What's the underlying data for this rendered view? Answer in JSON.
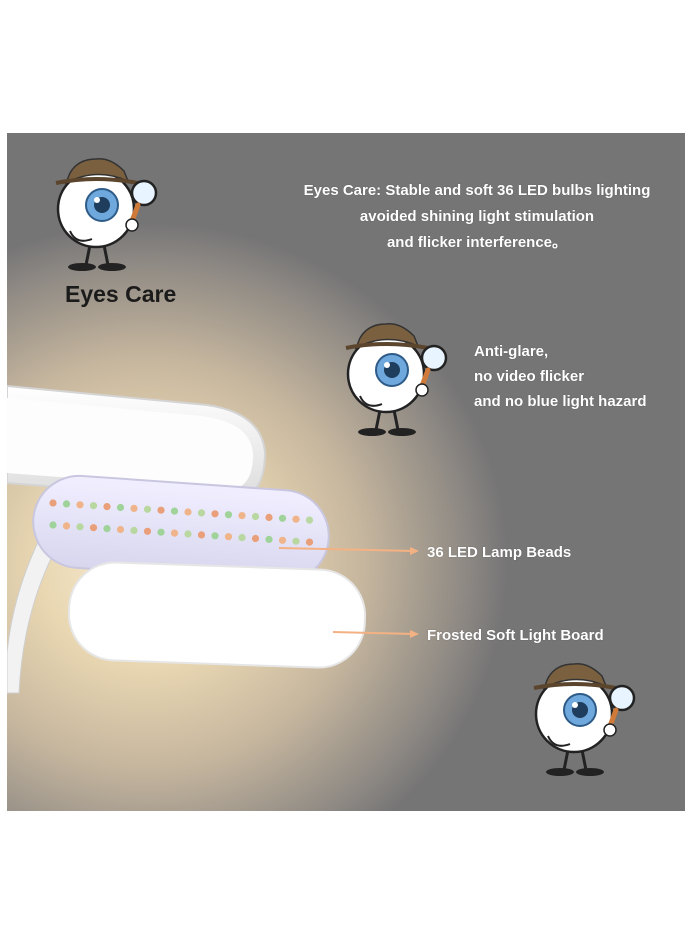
{
  "heading": "Eyes Care",
  "eyes_care_text": [
    "Eyes Care: Stable and soft 36 LED bulbs lighting",
    "avoided shining light stimulation",
    "and flicker interference。"
  ],
  "anti_glare_text": [
    "Anti-glare,",
    "no video flicker",
    "and no blue light hazard"
  ],
  "callouts": {
    "led_beads": "36 LED Lamp Beads",
    "light_board": "Frosted Soft Light Board"
  },
  "colors": {
    "background_light": "#f7ecd2",
    "background_dark": "#767576",
    "text": "#ffffff",
    "arrow": "#f4b183",
    "heading": "#1b1b1b"
  },
  "icons": [
    "eyeball-detective-mascot",
    "magnifier-icon",
    "led-lamp"
  ]
}
